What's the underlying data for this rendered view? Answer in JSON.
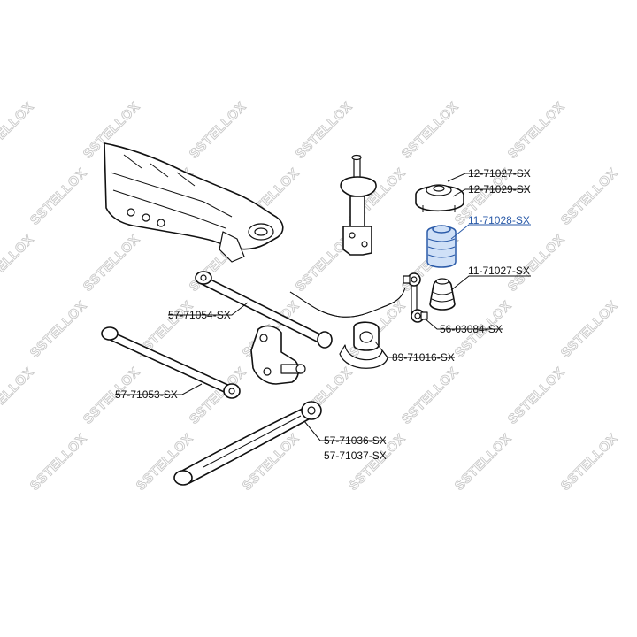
{
  "watermark": "STELLOX",
  "colors": {
    "highlight": "#2a5aa8",
    "line": "#111111",
    "watermark": "#c9c9c9"
  },
  "labels": {
    "top_mount_1": "12-71027-SX",
    "top_mount_2": "12-71029-SX",
    "bump_boot": "11-71028-SX",
    "bump_stop": "11-71027-SX",
    "link_rod": "56-03084-SX",
    "stab_bush": "89-71016-SX",
    "upper_arm": "57-71054-SX",
    "lower_arm": "57-71053-SX",
    "trailing_arm_1": "57-71036-SX",
    "trailing_arm_2": "57-71037-SX"
  }
}
